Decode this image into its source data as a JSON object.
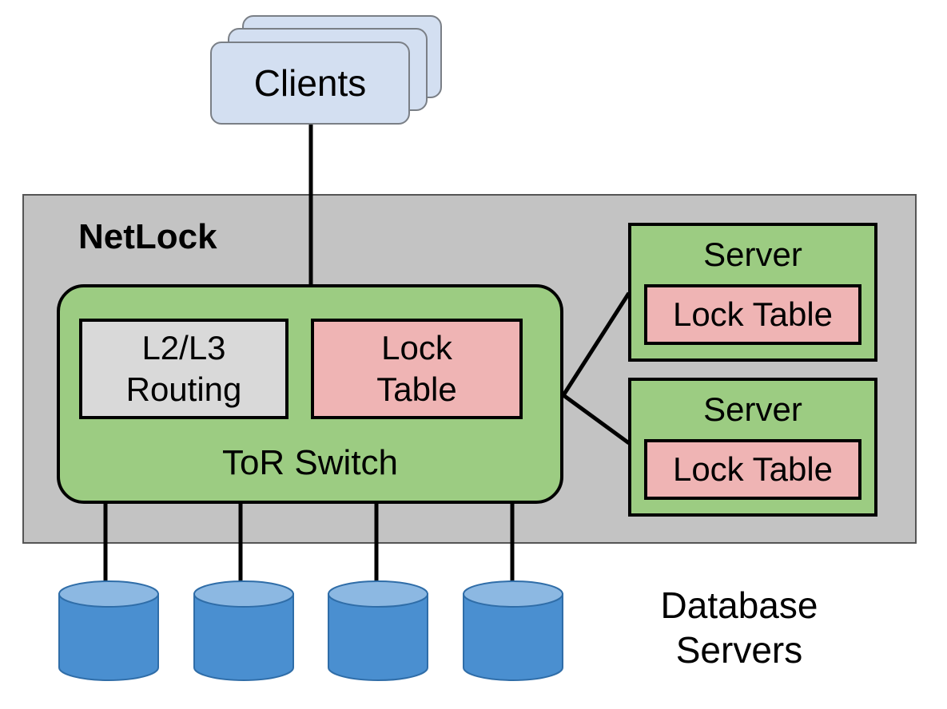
{
  "clients": {
    "label": "Clients"
  },
  "netlock": {
    "label": "NetLock"
  },
  "tor_switch": {
    "label": "ToR Switch",
    "routing": {
      "line1": "L2/L3",
      "line2": "Routing"
    },
    "lock_table": {
      "line1": "Lock",
      "line2": "Table"
    }
  },
  "servers": [
    {
      "label": "Server",
      "lock_table": "Lock Table"
    },
    {
      "label": "Server",
      "lock_table": "Lock Table"
    }
  ],
  "database_servers": {
    "line1": "Database",
    "line2": "Servers",
    "count": 4
  },
  "colors": {
    "netlock_bg": "#c3c3c3",
    "switch_green": "#9ccc82",
    "lock_pink": "#efb4b4",
    "routing_gray": "#d9d9d9",
    "client_blue": "#d3dff1",
    "database_blue": "#4a8fd0",
    "database_top": "#8cb8e2"
  }
}
